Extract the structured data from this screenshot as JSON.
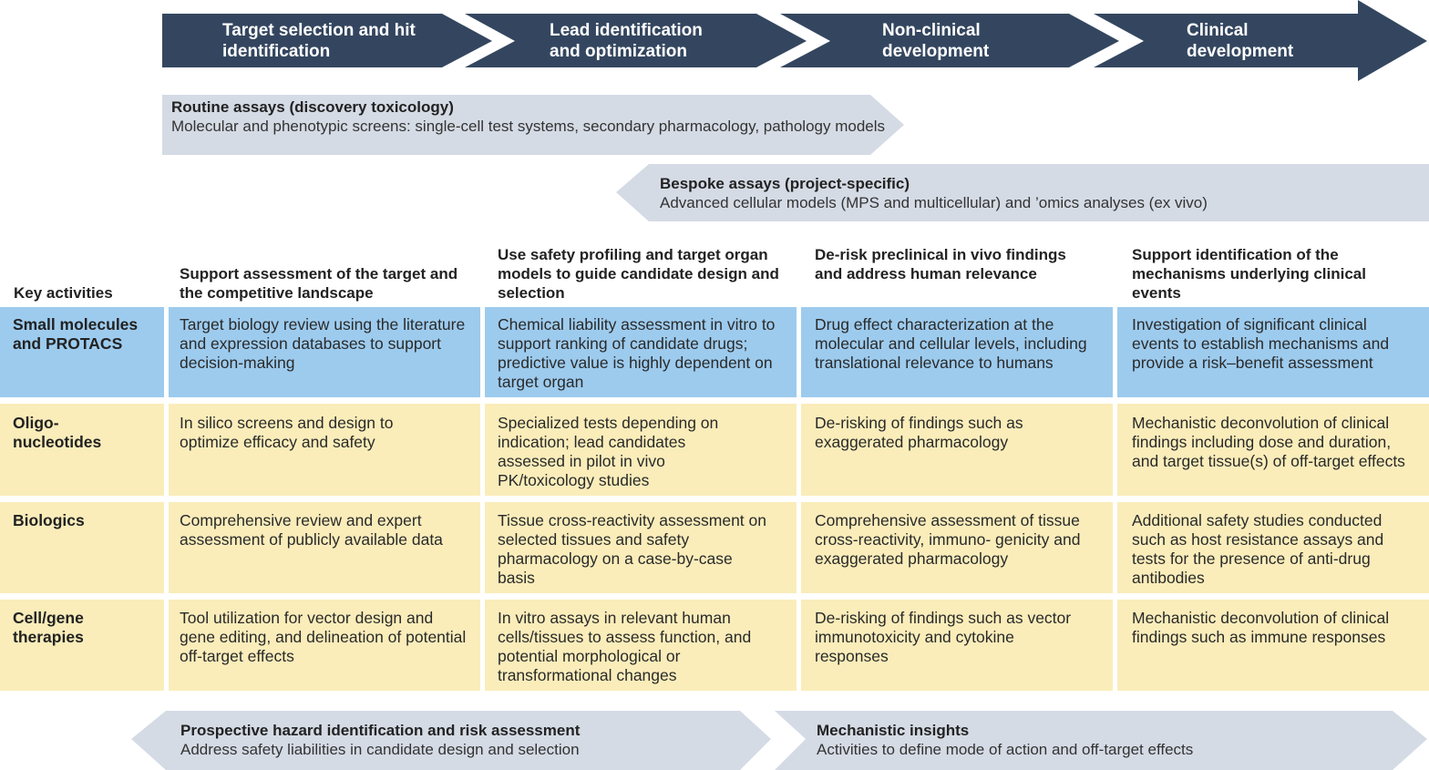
{
  "phases": [
    {
      "label": "Target selection and hit identification"
    },
    {
      "label": "Lead identification and optimization"
    },
    {
      "label": "Non-clinical development"
    },
    {
      "label": "Clinical development"
    }
  ],
  "routine_assays": {
    "title": "Routine assays (discovery toxicology)",
    "text": "Molecular and phenotypic screens: single-cell test systems, secondary pharmacology, pathology models"
  },
  "bespoke_assays": {
    "title": "Bespoke assays (project-specific)",
    "text": "Advanced cellular models (MPS and multicellular) and ’omics analyses (ex vivo)"
  },
  "key_activities": {
    "label": "Key activities",
    "columns": [
      "Support assessment of the target and the competitive landscape",
      "Use safety profiling and target organ models to guide candidate design and selection",
      "De-risk preclinical in vivo findings and address human relevance",
      "Support identification of the mechanisms underlying clinical events"
    ]
  },
  "rows": [
    {
      "label": "Small molecules and PROTACS",
      "cells": [
        "Target biology review using the literature and expression databases to support decision-making",
        "Chemical liability assessment in vitro to support ranking of candidate drugs; predictive value is highly dependent on target organ",
        "Drug effect characterization at the molecular and cellular levels, including translational relevance to humans",
        "Investigation of significant clinical events to establish mechanisms and provide a risk–benefit assessment"
      ]
    },
    {
      "label": "Oligo- nucleotides",
      "cells": [
        "In silico screens and design to optimize efficacy and safety",
        "Specialized tests depending on indication; lead candidates assessed in pilot in vivo PK/toxicology studies",
        "De-risking of findings such as exaggerated pharmacology",
        "Mechanistic deconvolution of clinical findings including dose and duration, and target tissue(s) of off-target effects"
      ]
    },
    {
      "label": "Biologics",
      "cells": [
        "Comprehensive review and expert assessment of publicly available data",
        "Tissue cross-reactivity assessment on selected tissues and safety pharmacology on a case-by-case basis",
        "Comprehensive assessment of tissue cross-reactivity, immuno- genicity and exaggerated pharmacology",
        "Additional safety studies conducted such as host resistance assays and tests for the presence of anti-drug antibodies"
      ]
    },
    {
      "label": "Cell/gene therapies",
      "cells": [
        "Tool utilization for vector design and gene editing, and delineation of potential off-target effects",
        "In vitro assays in relevant human cells/tissues to assess function, and potential morphological or transformational changes",
        "De-risking of findings such as vector immunotoxicity and cytokine responses",
        "Mechanistic deconvolution of clinical findings such as immune responses"
      ]
    }
  ],
  "bottom": {
    "left": {
      "title": "Prospective hazard identification and risk assessment",
      "text": "Address safety liabilities in candidate design and selection"
    },
    "right": {
      "title": "Mechanistic insights",
      "text": "Activities to define mode of action and off-target effects"
    }
  },
  "colors": {
    "phase_arrow": "#34465f",
    "assay_band": "#d5dbe5",
    "small_molecules_row": "#9dcbee",
    "other_rows": "#faedba"
  }
}
